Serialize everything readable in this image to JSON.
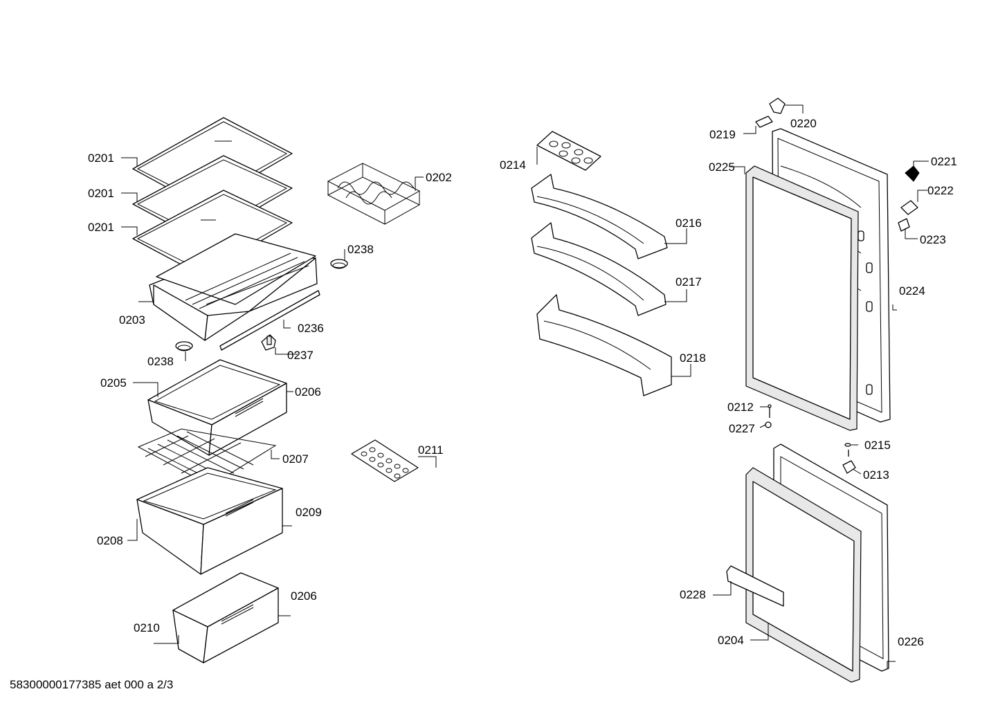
{
  "diagram": {
    "document_id": "58300000177385 aet 000 a 2/3",
    "callouts": {
      "c0201a": "0201",
      "c0201b": "0201",
      "c0201c": "0201",
      "c0202": "0202",
      "c0203": "0203",
      "c0204": "0204",
      "c0205": "0205",
      "c0206a": "0206",
      "c0206b": "0206",
      "c0207": "0207",
      "c0208": "0208",
      "c0209": "0209",
      "c0210": "0210",
      "c0211": "0211",
      "c0212": "0212",
      "c0213": "0213",
      "c0214": "0214",
      "c0215": "0215",
      "c0216": "0216",
      "c0217": "0217",
      "c0218": "0218",
      "c0219": "0219",
      "c0220": "0220",
      "c0221": "0221",
      "c0222": "0222",
      "c0223": "0223",
      "c0224": "0224",
      "c0225": "0225",
      "c0226": "0226",
      "c0227": "0227",
      "c0228": "0228",
      "c0236": "0236",
      "c0237": "0237",
      "c0238a": "0238",
      "c0238b": "0238"
    }
  }
}
